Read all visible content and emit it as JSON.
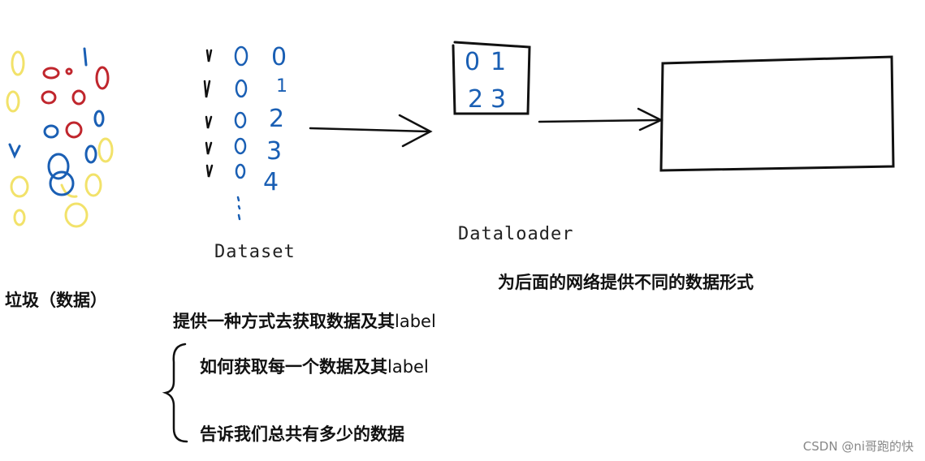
{
  "diagram": {
    "garbage_label": "垃圾（数据）",
    "dataset_label": "Dataset",
    "dataloader_label": "Dataloader",
    "dataset_desc": "提供一种方式去获取数据及其",
    "dataset_desc_suffix": "label",
    "sub_item_1": "如何获取每一个数据及其",
    "sub_item_1_suffix": "label",
    "sub_item_2": "告诉我们总共有多少的数据",
    "dataloader_desc": "为后面的网络提供不同的数据形式",
    "dataset_column_labels": [
      "0",
      "1",
      "2",
      "3",
      "4",
      "⋮"
    ],
    "batch_digits": [
      "0",
      "1",
      "2",
      "3"
    ]
  },
  "colors": {
    "blue": "#1a5fb4",
    "red": "#c0262d",
    "yellow": "#f2e26a",
    "black": "#111111"
  },
  "watermark": "CSDN @ni哥跑的快"
}
